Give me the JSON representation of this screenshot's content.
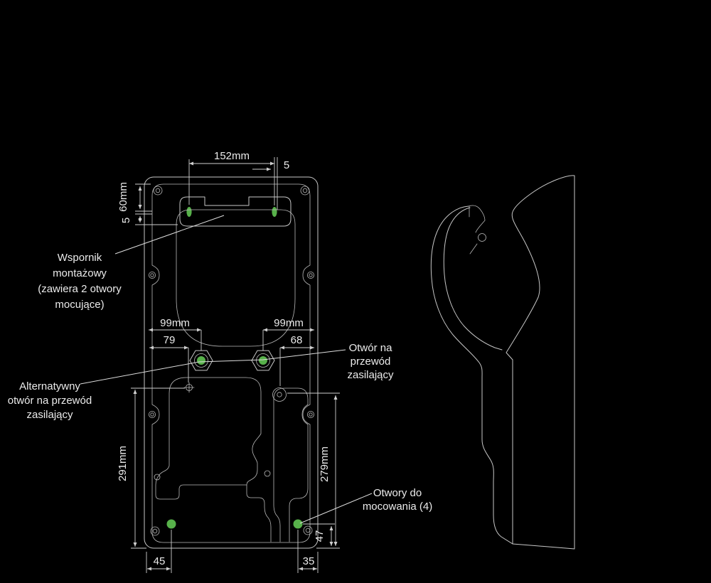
{
  "colors": {
    "background": "#000000",
    "line": "#c7c7c7",
    "text": "#ebebeb",
    "hole_marker_green": "#57b14a"
  },
  "labels": {
    "bracket_mount": [
      "Wspornik",
      "montażowy",
      "(zawiera 2 otwory",
      "mocujące)"
    ],
    "alt_cable_hole": [
      "Alternatywny",
      "otwór na przewód",
      "zasilający"
    ],
    "cable_hole": [
      "Otwór na",
      "przewód",
      "zasilający"
    ],
    "fixing_holes": [
      "Otwory do",
      "mocowania (4)"
    ]
  },
  "dimensions": {
    "bracket_hole_spacing": "152mm",
    "bracket_hole_side_offset": "5",
    "top_to_bracket": "60mm",
    "bracket_hole_drop": "5",
    "left_span": "99mm",
    "left_sub_span": "79",
    "right_span": "99mm",
    "right_sub_span": "68",
    "left_height": "291mm",
    "right_height": "279mm",
    "corner_rise": "47",
    "bottom_left": "45",
    "bottom_right": "35"
  }
}
